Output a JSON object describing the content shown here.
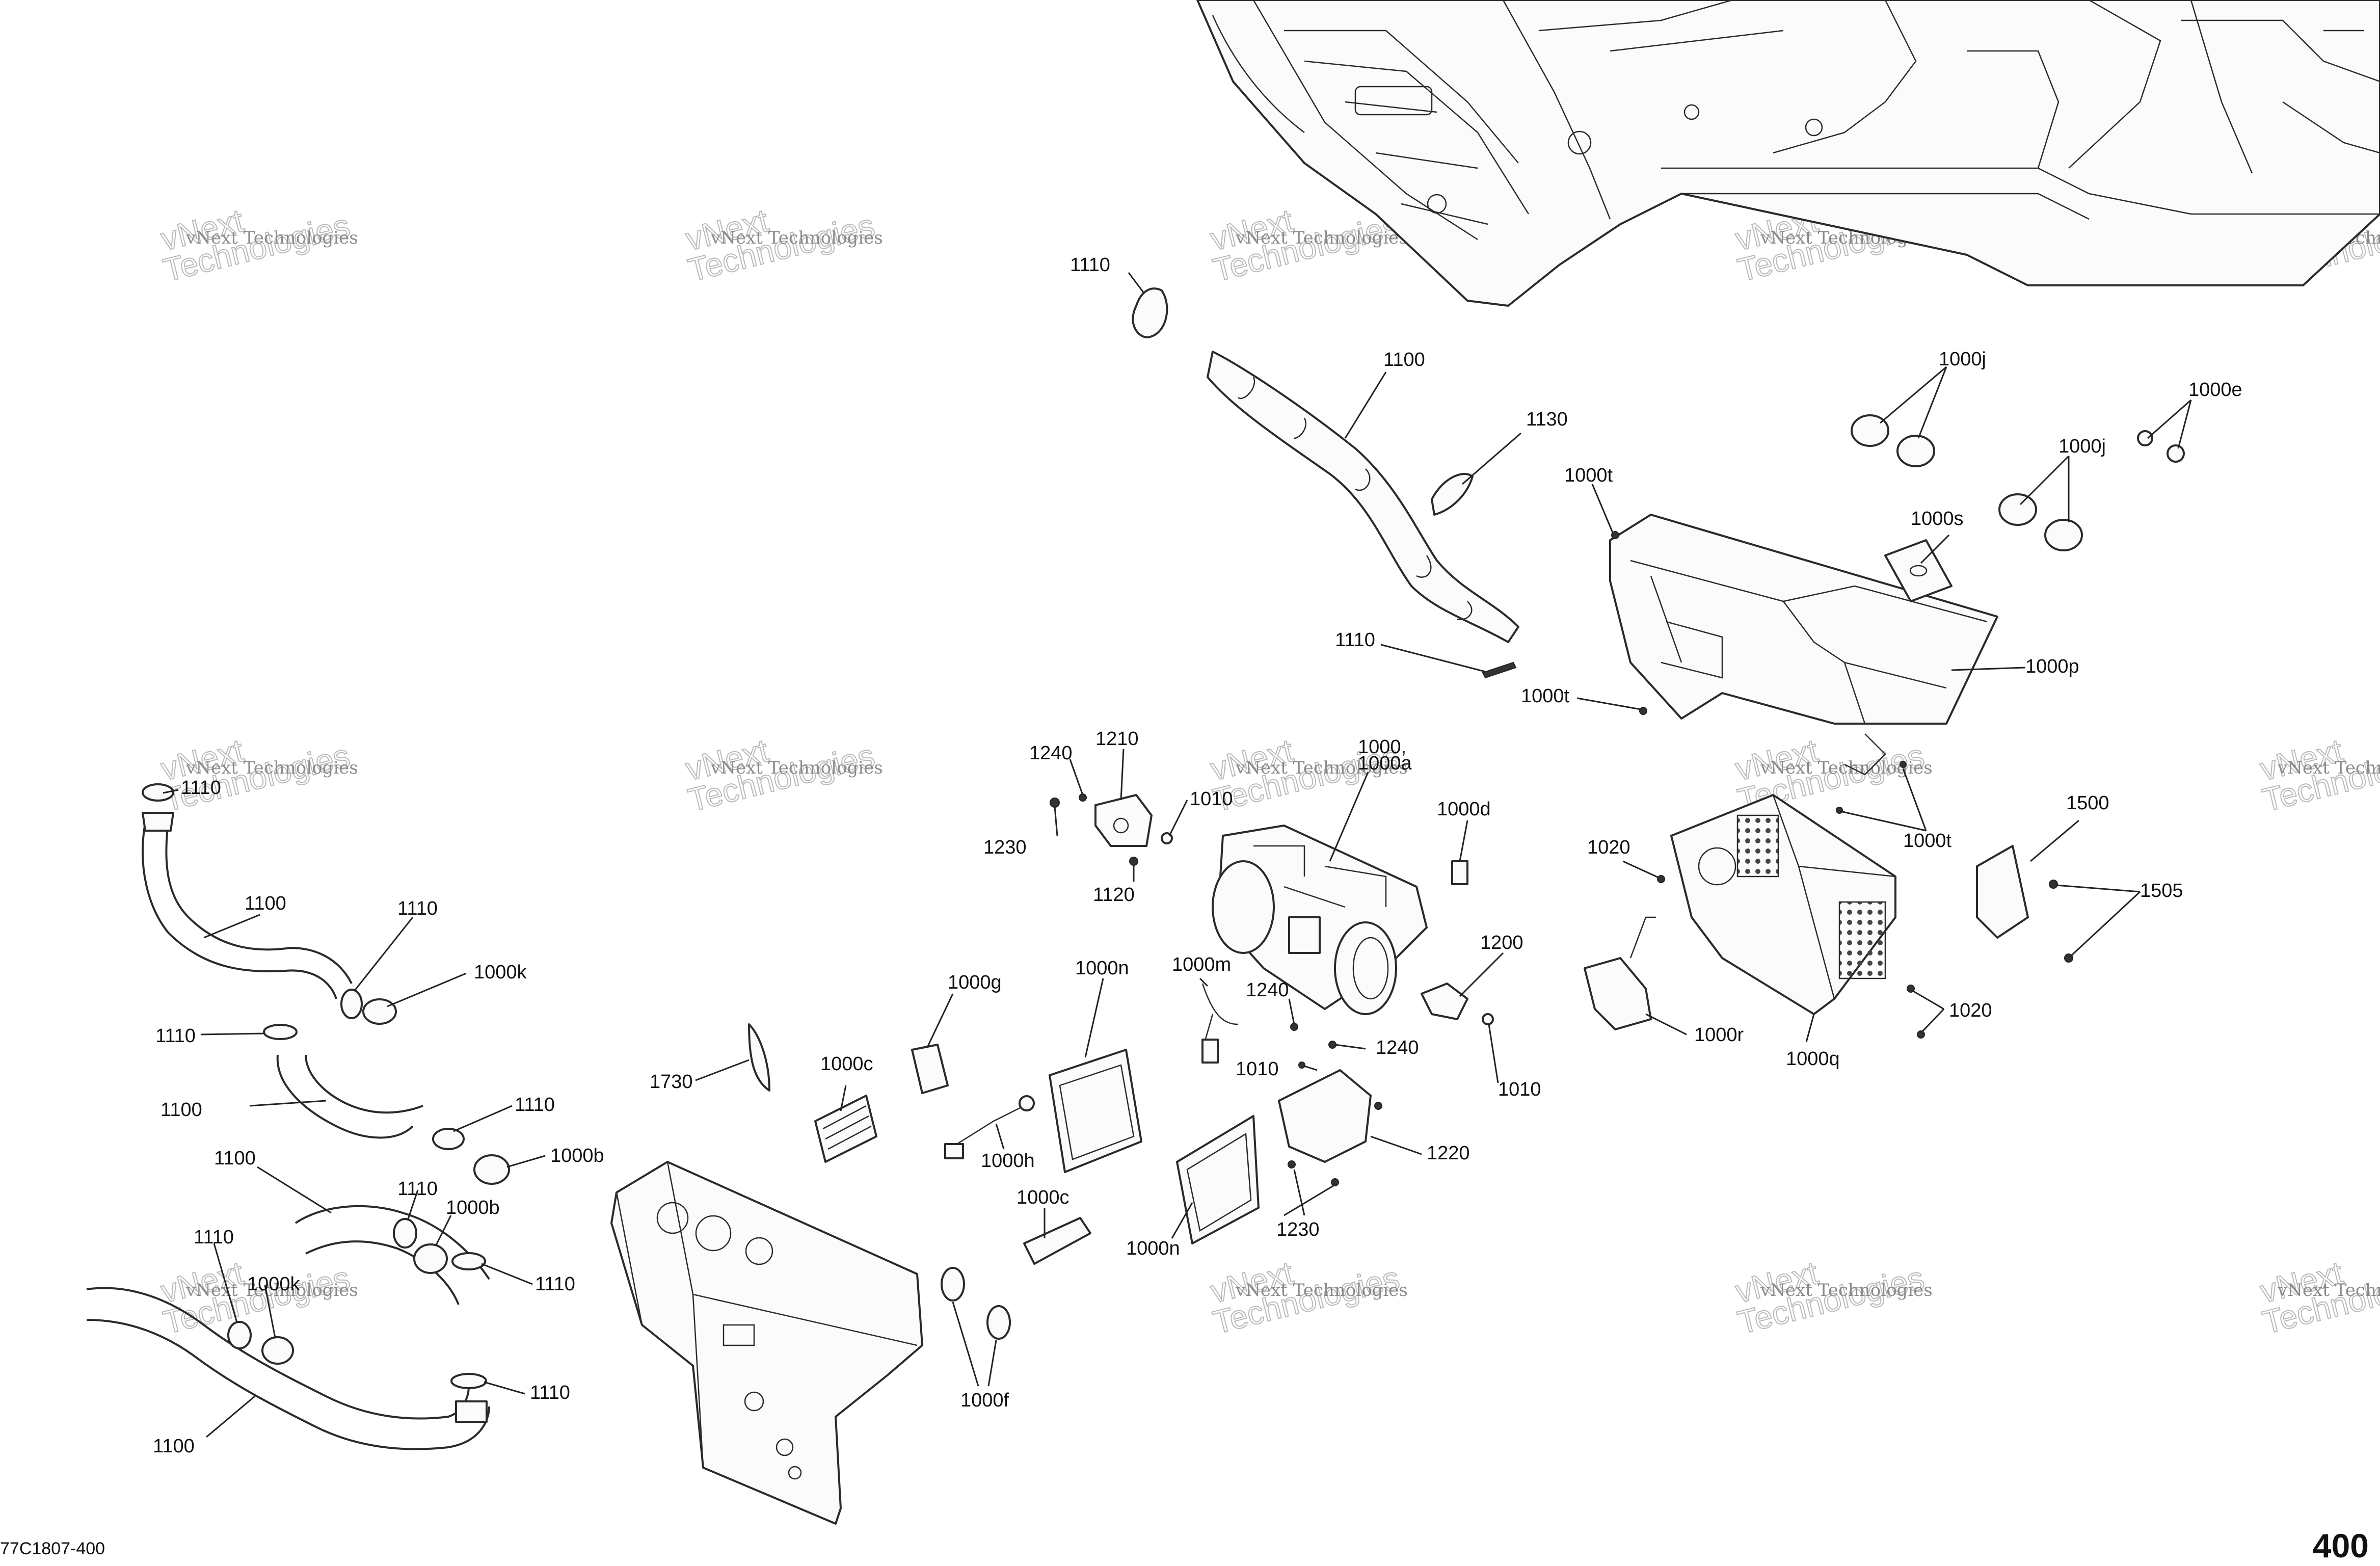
{
  "watermark": {
    "line1": "vNext Technologies",
    "line2": "vNext",
    "line3": "Technologies"
  },
  "footer": {
    "doc_code": "77C1807-400",
    "page_number": "400"
  },
  "callouts": {
    "c1110_top": "1110",
    "c1100_top": "1100",
    "c1130": "1130",
    "c1110_mid": "1110",
    "c1000j_a": "1000j",
    "c1000e": "1000e",
    "c1000j_b": "1000j",
    "c1000t_a": "1000t",
    "c1000s": "1000s",
    "c1000p": "1000p",
    "c1000t_b": "1000t",
    "c1000t_c": "1000t",
    "c1240_a": "1240",
    "c1210": "1210",
    "c1010_a": "1010",
    "c1230_a": "1230",
    "c1120": "1120",
    "c1000": "1000,",
    "c1000a": "1000a",
    "c1000d": "1000d",
    "c1020_a": "1020",
    "c1500": "1500",
    "c1505": "1505",
    "c1200": "1200",
    "c1000g": "1000g",
    "c1000n_a": "1000n",
    "c1000m": "1000m",
    "c1240_b": "1240",
    "c1240_c": "1240",
    "c1010_b": "1010",
    "c1010_c": "1010",
    "c1020_b": "1020",
    "c1000r": "1000r",
    "c1000q": "1000q",
    "c1730": "1730",
    "c1000c_a": "1000c",
    "c1000h": "1000h",
    "c1220": "1220",
    "c1230_b": "1230",
    "c1000c_b": "1000c",
    "c1000n_b": "1000n",
    "c1000f": "1000f",
    "c1110_l1": "1110",
    "c1100_l1": "1100",
    "c1110_l2": "1110",
    "c1000k_a": "1000k",
    "c1110_l3": "1110",
    "c1100_l2": "1100",
    "c1110_l4": "1110",
    "c1000b_a": "1000b",
    "c1100_l3": "1100",
    "c1110_l5": "1110",
    "c1000b_b": "1000b",
    "c1110_l6": "1110",
    "c1110_l7": "1110",
    "c1000k_b": "1000k",
    "c1110_l8": "1110",
    "c1100_l4": "1100"
  }
}
